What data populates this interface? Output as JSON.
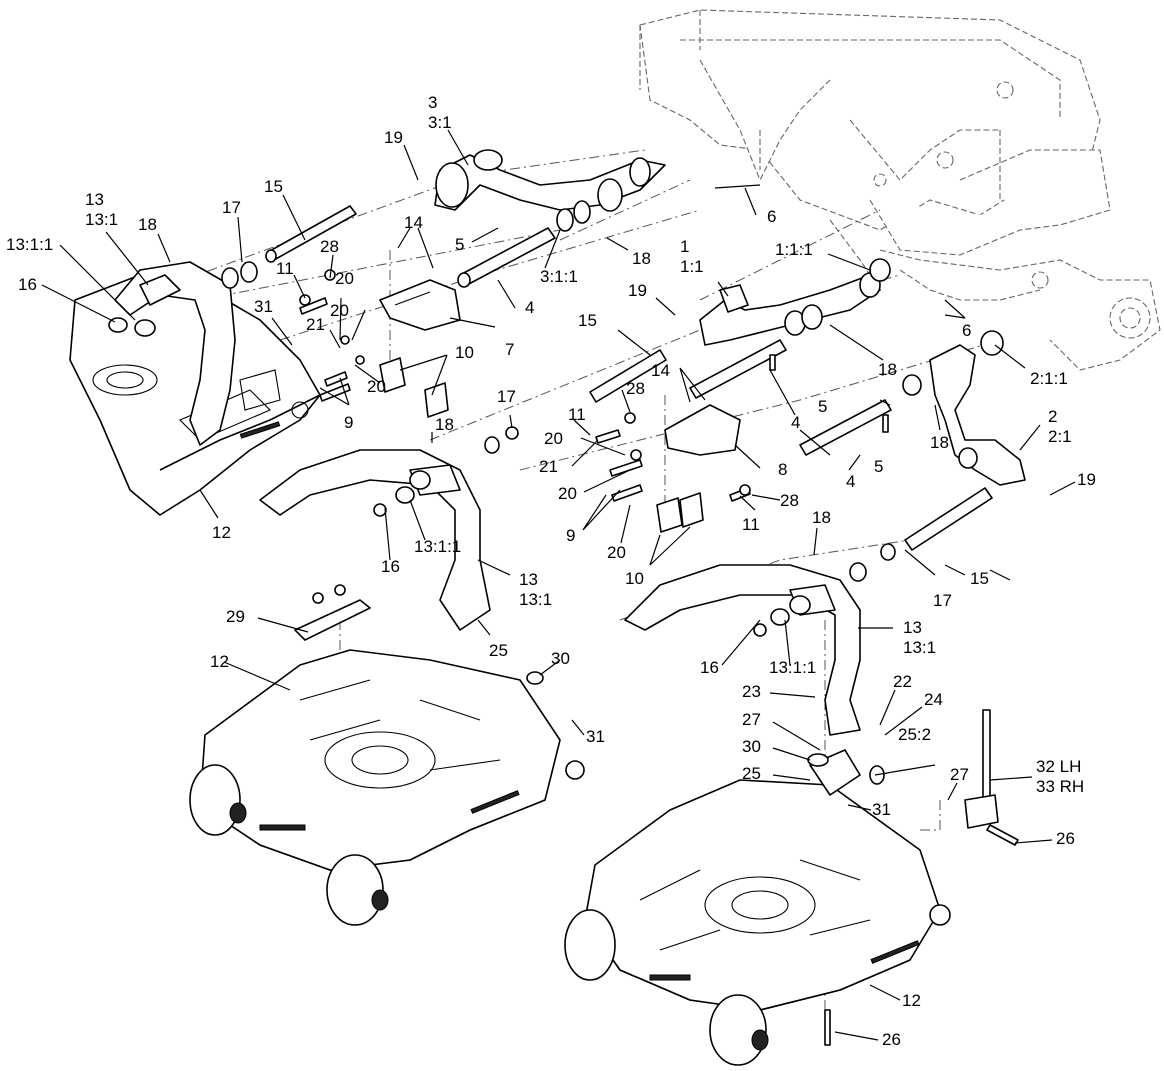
{
  "callouts": [
    {
      "id": "c1",
      "lines": [
        "3",
        "3:1"
      ]
    },
    {
      "id": "c2",
      "lines": [
        "19"
      ]
    },
    {
      "id": "c3",
      "lines": [
        "15"
      ]
    },
    {
      "id": "c4",
      "lines": [
        "13",
        "13:1"
      ]
    },
    {
      "id": "c5",
      "lines": [
        "17"
      ]
    },
    {
      "id": "c6",
      "lines": [
        "18"
      ]
    },
    {
      "id": "c7",
      "lines": [
        "13:1:1"
      ]
    },
    {
      "id": "c8",
      "lines": [
        "16"
      ]
    },
    {
      "id": "c9",
      "lines": [
        "14"
      ]
    },
    {
      "id": "c10",
      "lines": [
        "28"
      ]
    },
    {
      "id": "c11",
      "lines": [
        "11"
      ]
    },
    {
      "id": "c12",
      "lines": [
        "5"
      ]
    },
    {
      "id": "c13",
      "lines": [
        "6"
      ]
    },
    {
      "id": "c14",
      "lines": [
        "18"
      ]
    },
    {
      "id": "c15",
      "lines": [
        "3:1:1"
      ]
    },
    {
      "id": "c16",
      "lines": [
        "1",
        "1:1"
      ]
    },
    {
      "id": "c17",
      "lines": [
        "1:1:1"
      ]
    },
    {
      "id": "c18",
      "lines": [
        "20"
      ]
    },
    {
      "id": "c19",
      "lines": [
        "31"
      ]
    },
    {
      "id": "c20",
      "lines": [
        "21"
      ]
    },
    {
      "id": "c21",
      "lines": [
        "20"
      ]
    },
    {
      "id": "c22",
      "lines": [
        "4"
      ]
    },
    {
      "id": "c23",
      "lines": [
        "7"
      ]
    },
    {
      "id": "c24",
      "lines": [
        "10"
      ]
    },
    {
      "id": "c25",
      "lines": [
        "9"
      ]
    },
    {
      "id": "c26",
      "lines": [
        "20"
      ]
    },
    {
      "id": "c27",
      "lines": [
        "19"
      ]
    },
    {
      "id": "c28",
      "lines": [
        "6"
      ]
    },
    {
      "id": "c29",
      "lines": [
        "15"
      ]
    },
    {
      "id": "c30",
      "lines": [
        "18"
      ]
    },
    {
      "id": "c31",
      "lines": [
        "2:1:1"
      ]
    },
    {
      "id": "c32",
      "lines": [
        "12"
      ]
    },
    {
      "id": "c33",
      "lines": [
        "18"
      ]
    },
    {
      "id": "c34",
      "lines": [
        "17"
      ]
    },
    {
      "id": "c35",
      "lines": [
        "14"
      ]
    },
    {
      "id": "c36",
      "lines": [
        "28"
      ]
    },
    {
      "id": "c37",
      "lines": [
        "11"
      ]
    },
    {
      "id": "c38",
      "lines": [
        "20"
      ]
    },
    {
      "id": "c39",
      "lines": [
        "21"
      ]
    },
    {
      "id": "c40",
      "lines": [
        "20"
      ]
    },
    {
      "id": "c41",
      "lines": [
        "4"
      ]
    },
    {
      "id": "c42",
      "lines": [
        "5"
      ]
    },
    {
      "id": "c43",
      "lines": [
        "18"
      ]
    },
    {
      "id": "c44",
      "lines": [
        "2",
        "2:1"
      ]
    },
    {
      "id": "c45",
      "lines": [
        "8"
      ]
    },
    {
      "id": "c46",
      "lines": [
        "4"
      ]
    },
    {
      "id": "c47",
      "lines": [
        "5"
      ]
    },
    {
      "id": "c48",
      "lines": [
        "19"
      ]
    },
    {
      "id": "c49",
      "lines": [
        "28"
      ]
    },
    {
      "id": "c50",
      "lines": [
        "9"
      ]
    },
    {
      "id": "c51",
      "lines": [
        "11"
      ]
    },
    {
      "id": "c52",
      "lines": [
        "20"
      ]
    },
    {
      "id": "c53",
      "lines": [
        "10"
      ]
    },
    {
      "id": "c54",
      "lines": [
        "16"
      ]
    },
    {
      "id": "c55",
      "lines": [
        "13:1:1"
      ]
    },
    {
      "id": "c56",
      "lines": [
        "13",
        "13:1"
      ]
    },
    {
      "id": "c57",
      "lines": [
        "18"
      ]
    },
    {
      "id": "c58",
      "lines": [
        "15"
      ]
    },
    {
      "id": "c59",
      "lines": [
        "17"
      ]
    },
    {
      "id": "c60",
      "lines": [
        "29"
      ]
    },
    {
      "id": "c61",
      "lines": [
        "12"
      ]
    },
    {
      "id": "c62",
      "lines": [
        "25"
      ]
    },
    {
      "id": "c63",
      "lines": [
        "30"
      ]
    },
    {
      "id": "c64",
      "lines": [
        "31"
      ]
    },
    {
      "id": "c65",
      "lines": [
        "16"
      ]
    },
    {
      "id": "c66",
      "lines": [
        "13:1:1"
      ]
    },
    {
      "id": "c67",
      "lines": [
        "13",
        "13:1"
      ]
    },
    {
      "id": "c68",
      "lines": [
        "23"
      ]
    },
    {
      "id": "c69",
      "lines": [
        "22"
      ]
    },
    {
      "id": "c70",
      "lines": [
        "24"
      ]
    },
    {
      "id": "c71",
      "lines": [
        "27"
      ]
    },
    {
      "id": "c72",
      "lines": [
        "30"
      ]
    },
    {
      "id": "c73",
      "lines": [
        "25:2"
      ]
    },
    {
      "id": "c74",
      "lines": [
        "25"
      ]
    },
    {
      "id": "c75",
      "lines": [
        "27"
      ]
    },
    {
      "id": "c76",
      "lines": [
        "32 LH",
        "33 RH"
      ]
    },
    {
      "id": "c77",
      "lines": [
        "31"
      ]
    },
    {
      "id": "c78",
      "lines": [
        "26"
      ]
    },
    {
      "id": "c79",
      "lines": [
        "12"
      ]
    },
    {
      "id": "c80",
      "lines": [
        "26"
      ]
    }
  ]
}
